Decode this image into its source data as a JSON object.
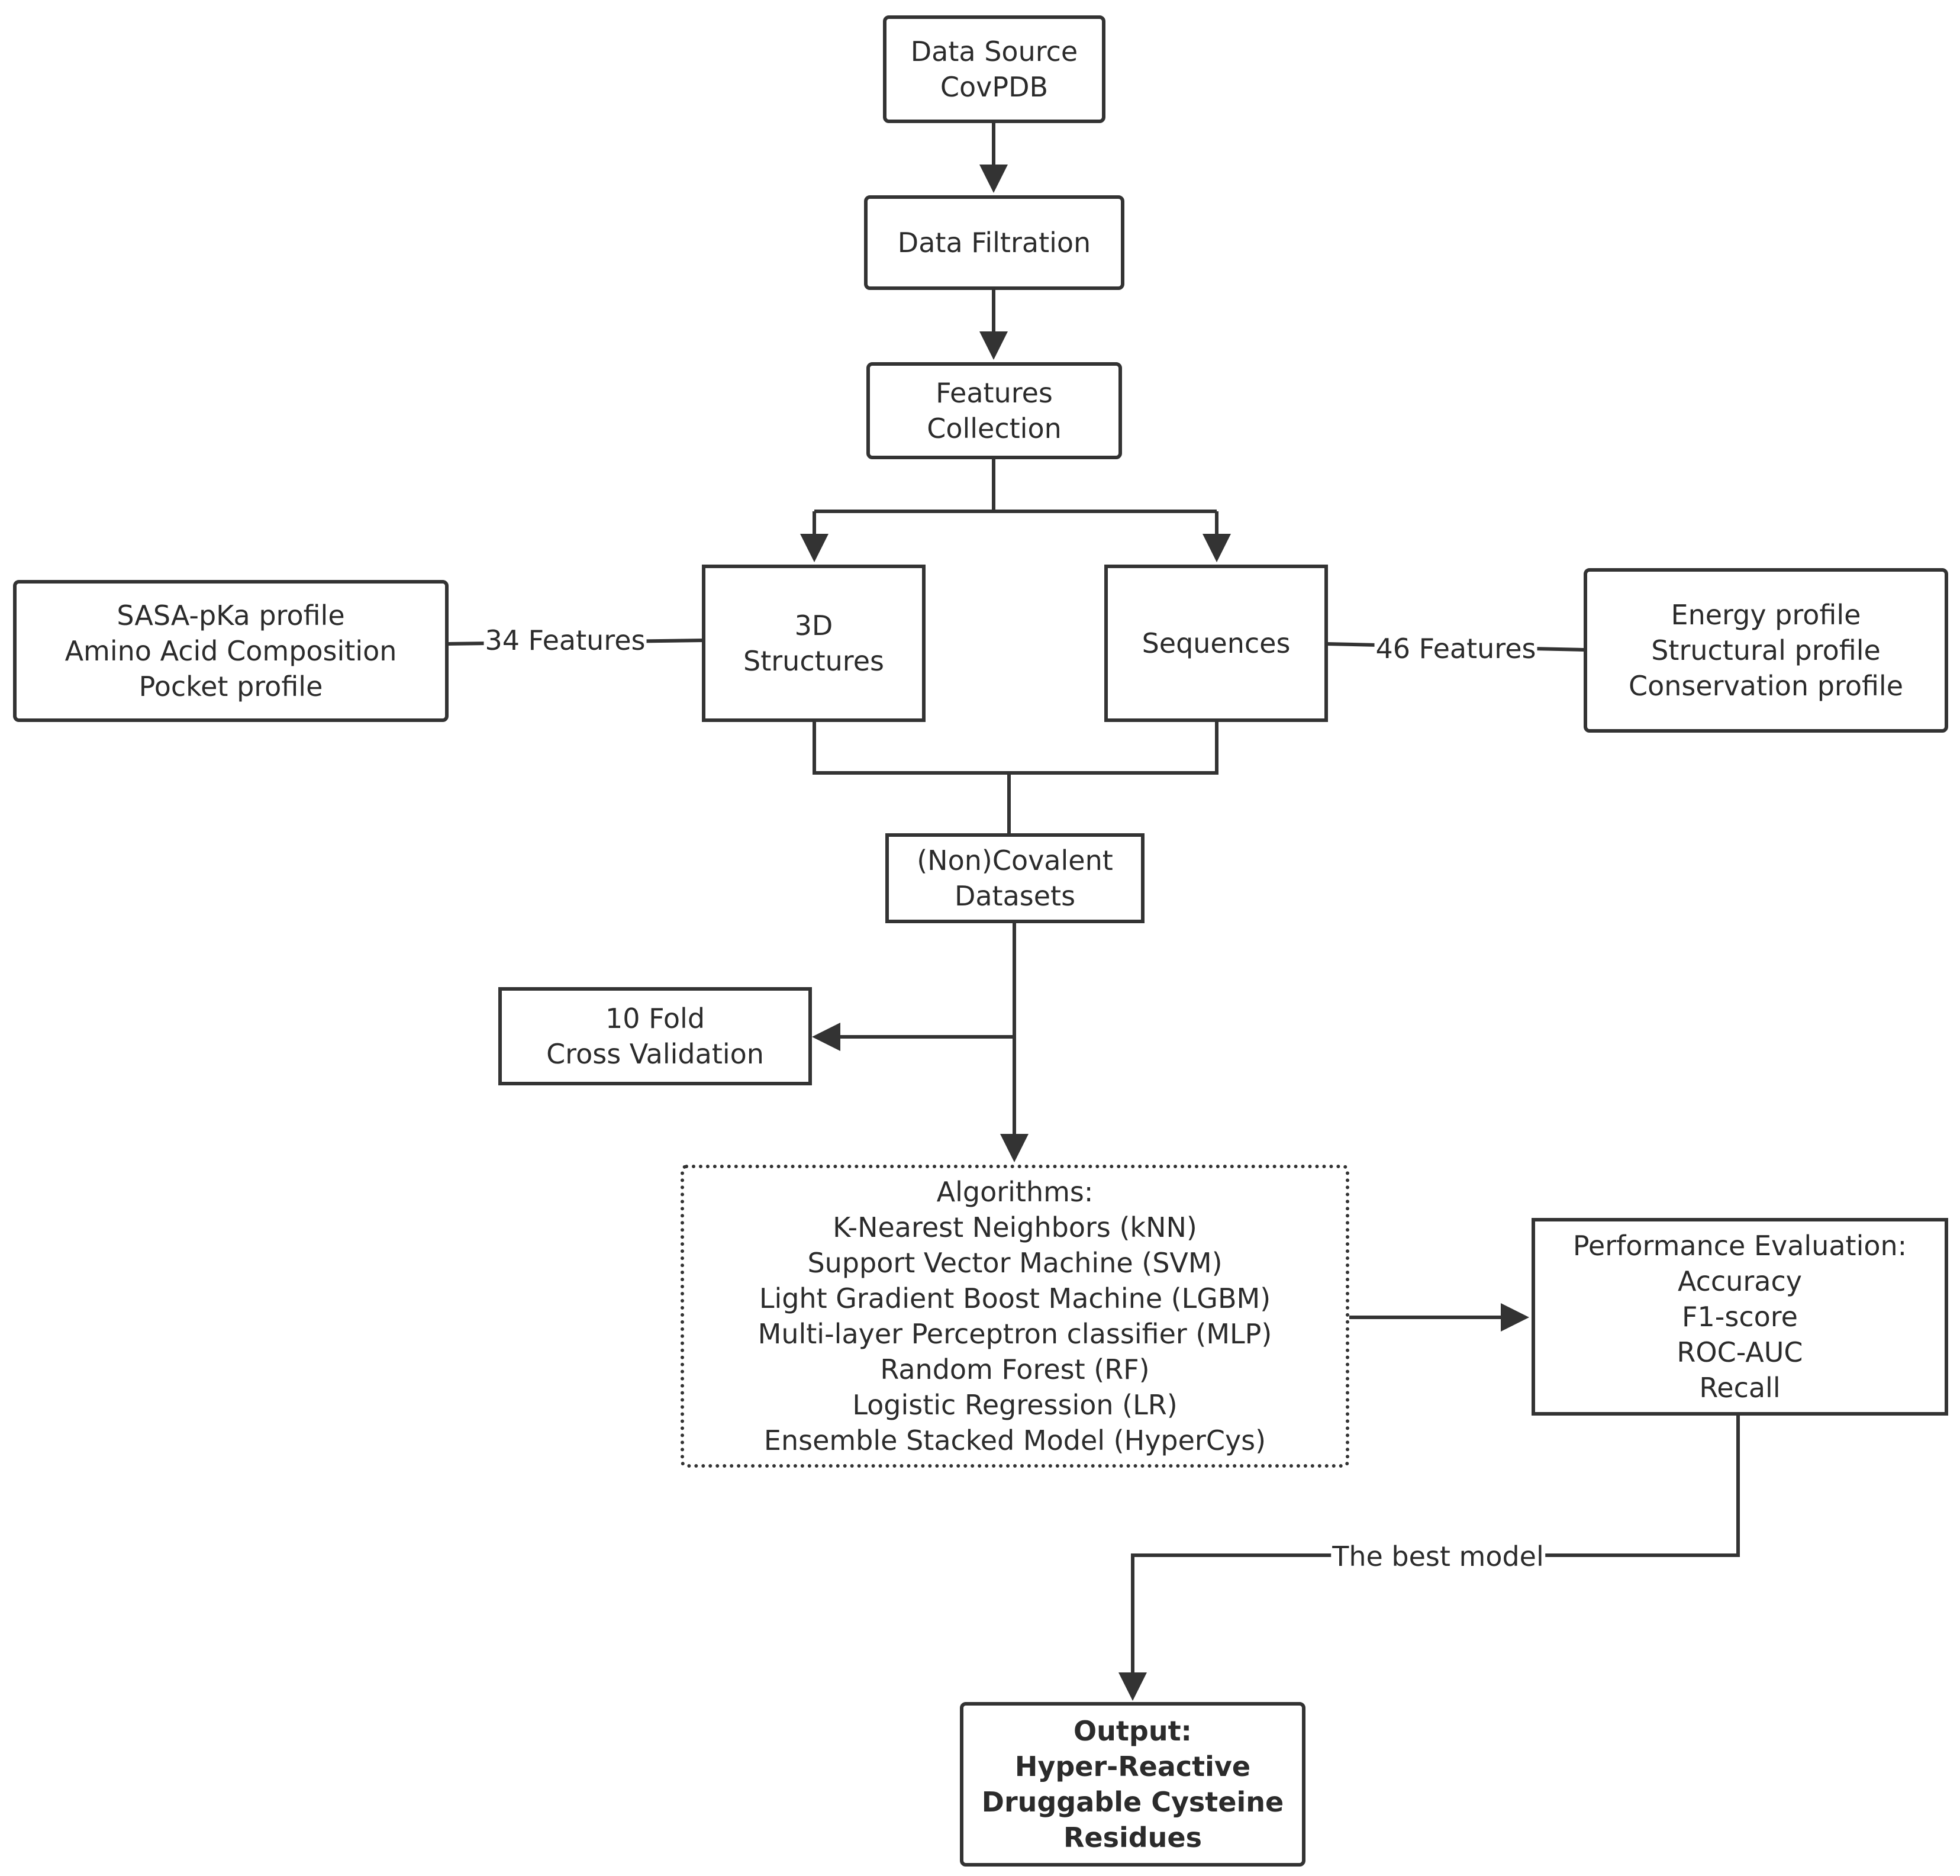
{
  "nodes": {
    "data_source": {
      "lines": [
        "Data Source",
        "CovPDB"
      ]
    },
    "data_filtration": {
      "lines": [
        "Data Filtration"
      ]
    },
    "features_collection": {
      "lines": [
        "Features",
        "Collection"
      ]
    },
    "structures_3d": {
      "lines": [
        "3D",
        "Structures"
      ]
    },
    "sequences": {
      "lines": [
        "Sequences"
      ]
    },
    "structure_features": {
      "lines": [
        "SASA-pKa profile",
        "Amino Acid Composition",
        "Pocket profile"
      ]
    },
    "sequence_features": {
      "lines": [
        "Energy profile",
        "Structural profile",
        "Conservation profile"
      ]
    },
    "datasets": {
      "lines": [
        "(Non)Covalent",
        "Datasets"
      ]
    },
    "cross_validation": {
      "lines": [
        "10 Fold",
        "Cross Validation"
      ]
    },
    "algorithms": {
      "lines": [
        "Algorithms:",
        "K-Nearest Neighbors (kNN)",
        "Support Vector Machine (SVM)",
        "Light Gradient Boost Machine (LGBM)",
        "Multi-layer Perceptron classifier (MLP)",
        "Random Forest  (RF)",
        "Logistic Regression (LR)",
        "Ensemble Stacked Model (HyperCys)"
      ]
    },
    "performance": {
      "lines": [
        "Performance Evaluation:",
        "Accuracy",
        "F1-score",
        "ROC-AUC",
        "Recall"
      ]
    },
    "output": {
      "lines": [
        "Output:",
        "Hyper-Reactive",
        "Druggable Cysteine",
        "Residues"
      ]
    }
  },
  "edge_labels": {
    "structure_features": "34 Features",
    "sequence_features": "46 Features",
    "best_model": "The best model"
  },
  "colors": {
    "stroke": "#333333",
    "text": "#2b2b2b",
    "background": "#ffffff"
  }
}
